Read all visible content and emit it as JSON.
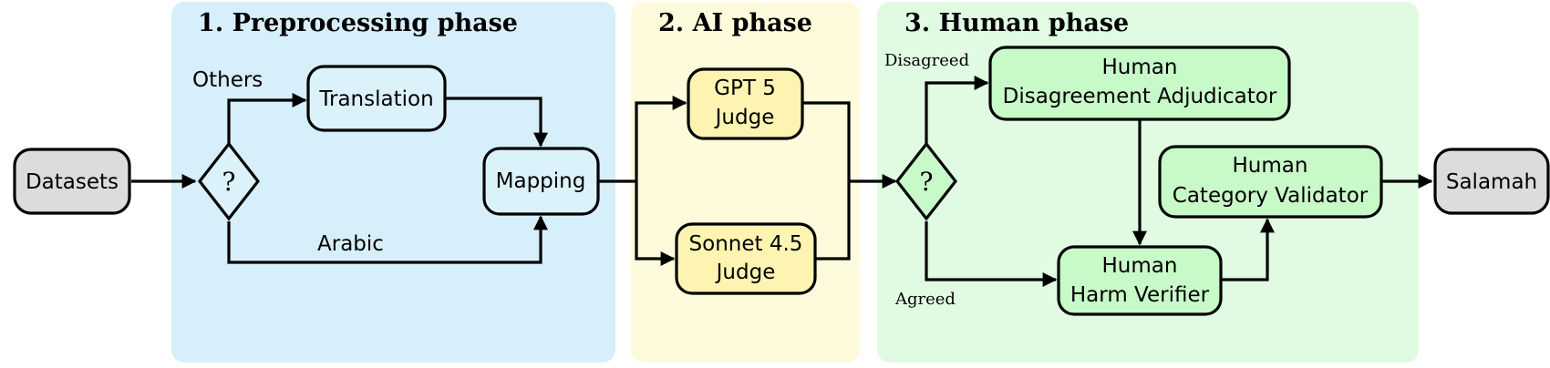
{
  "colors": {
    "preprocessing_bg": "#d7effa",
    "ai_bg": "#fdfbdb",
    "human_bg": "#e1fbe3",
    "gray_node": "#dcdcdc",
    "blue_node": "#dcf2fb",
    "yellow_node": "#fdf4b2",
    "green_node": "#c8f9c9"
  },
  "phases": {
    "preprocessing": "1. Preprocessing phase",
    "ai": "2. AI phase",
    "human": "3. Human phase"
  },
  "nodes": {
    "datasets": "Datasets",
    "decision": "?",
    "translation": "Translation",
    "mapping": "Mapping",
    "gpt_line1": "GPT 5",
    "gpt_line2": "Judge",
    "sonnet_line1": "Sonnet 4.5",
    "sonnet_line2": "Judge",
    "decision2": "?",
    "adjudicator_line1": "Human",
    "adjudicator_line2": "Disagreement Adjudicator",
    "validator_line1": "Human",
    "validator_line2": "Category Validator",
    "verifier_line1": "Human",
    "verifier_line2": "Harm Verifier",
    "salamah": "Salamah"
  },
  "edges": {
    "others": "Others",
    "arabic": "Arabic",
    "disagreed": "Disagreed",
    "agreed": "Agreed"
  }
}
